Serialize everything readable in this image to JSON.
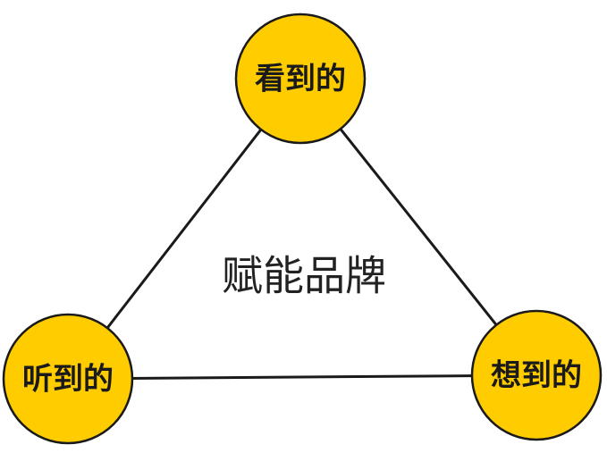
{
  "diagram": {
    "center_label": "赋能品牌",
    "nodes": [
      {
        "id": "top",
        "label": "看到的"
      },
      {
        "id": "left",
        "label": "听到的"
      },
      {
        "id": "right",
        "label": "想到的"
      }
    ],
    "edges": [
      {
        "from": "top",
        "to": "left"
      },
      {
        "from": "top",
        "to": "right"
      },
      {
        "from": "left",
        "to": "right"
      }
    ],
    "colors": {
      "node_fill": "#FFCC00",
      "node_stroke": "#1a1a1a",
      "edge_stroke": "#1a1a1a",
      "text": "#1a1a1a"
    }
  }
}
